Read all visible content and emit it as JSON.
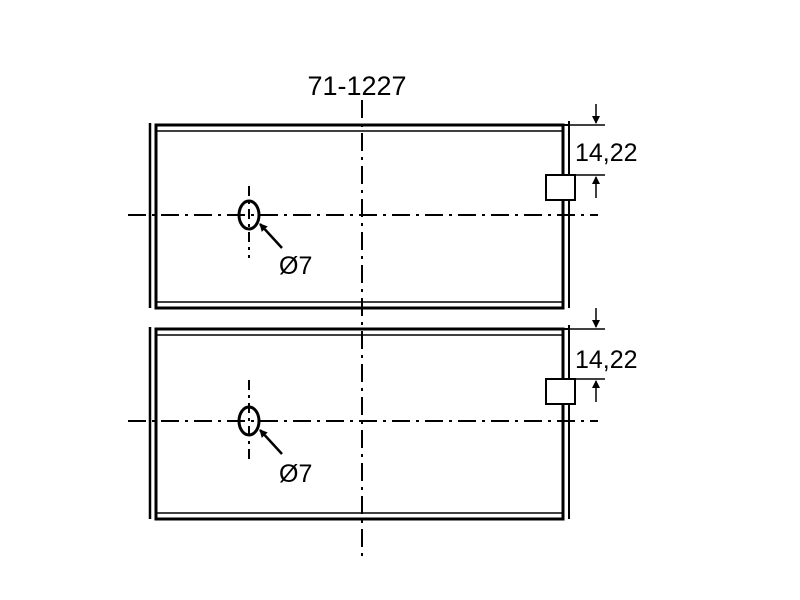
{
  "part_number": "71-1227",
  "upper_shell": {
    "width_dimension": "14,22",
    "hole_diameter_label": "Ø7"
  },
  "lower_shell": {
    "width_dimension": "14,22",
    "hole_diameter_label": "Ø7"
  },
  "colors": {
    "background": "#ffffff",
    "line": "#000000"
  }
}
